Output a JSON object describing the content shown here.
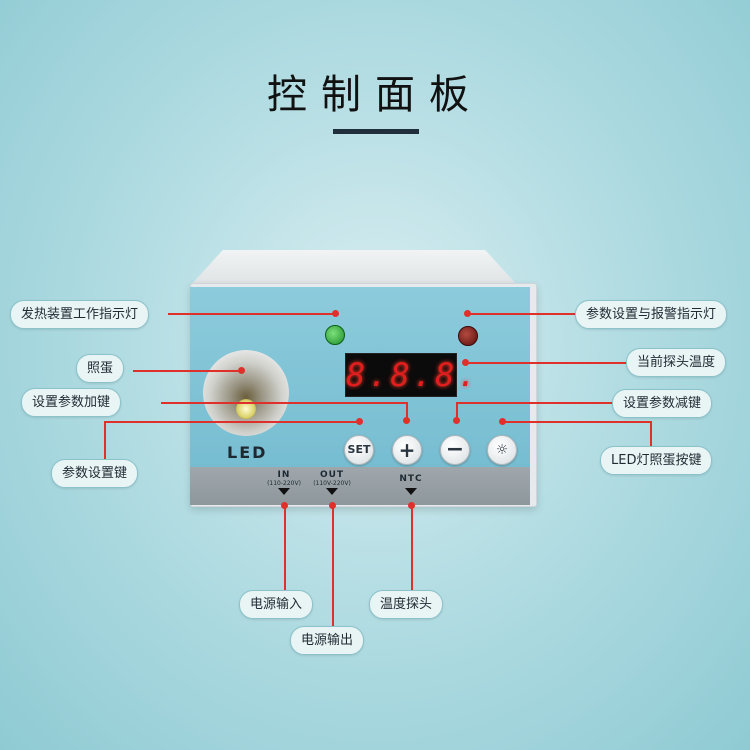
{
  "title": "控制面板",
  "display": {
    "value": "8.8.8."
  },
  "device": {
    "led_text": "LED",
    "buttons": {
      "set": "SET",
      "plus": "+",
      "minus": "−",
      "lamp": "☼"
    },
    "ports": [
      {
        "name": "IN",
        "voltage": "(110-220V)"
      },
      {
        "name": "OUT",
        "voltage": "(110V-220V)"
      },
      {
        "name": "NTC",
        "voltage": ""
      }
    ]
  },
  "labels": {
    "heater_indicator": "发热装置工作指示灯",
    "param_alarm_indicator": "参数设置与报警指示灯",
    "candling": "照蛋",
    "current_probe_temp": "当前探头温度",
    "param_add_key": "设置参数加键",
    "param_sub_key": "设置参数减键",
    "param_set_key": "参数设置键",
    "led_candling_key": "LED灯照蛋按键",
    "power_input": "电源输入",
    "temp_probe": "温度探头",
    "power_output": "电源输出"
  },
  "colors": {
    "accent_line": "#e0302c",
    "panel": "#80c3d6",
    "label_bg": "#e9f4f5"
  }
}
